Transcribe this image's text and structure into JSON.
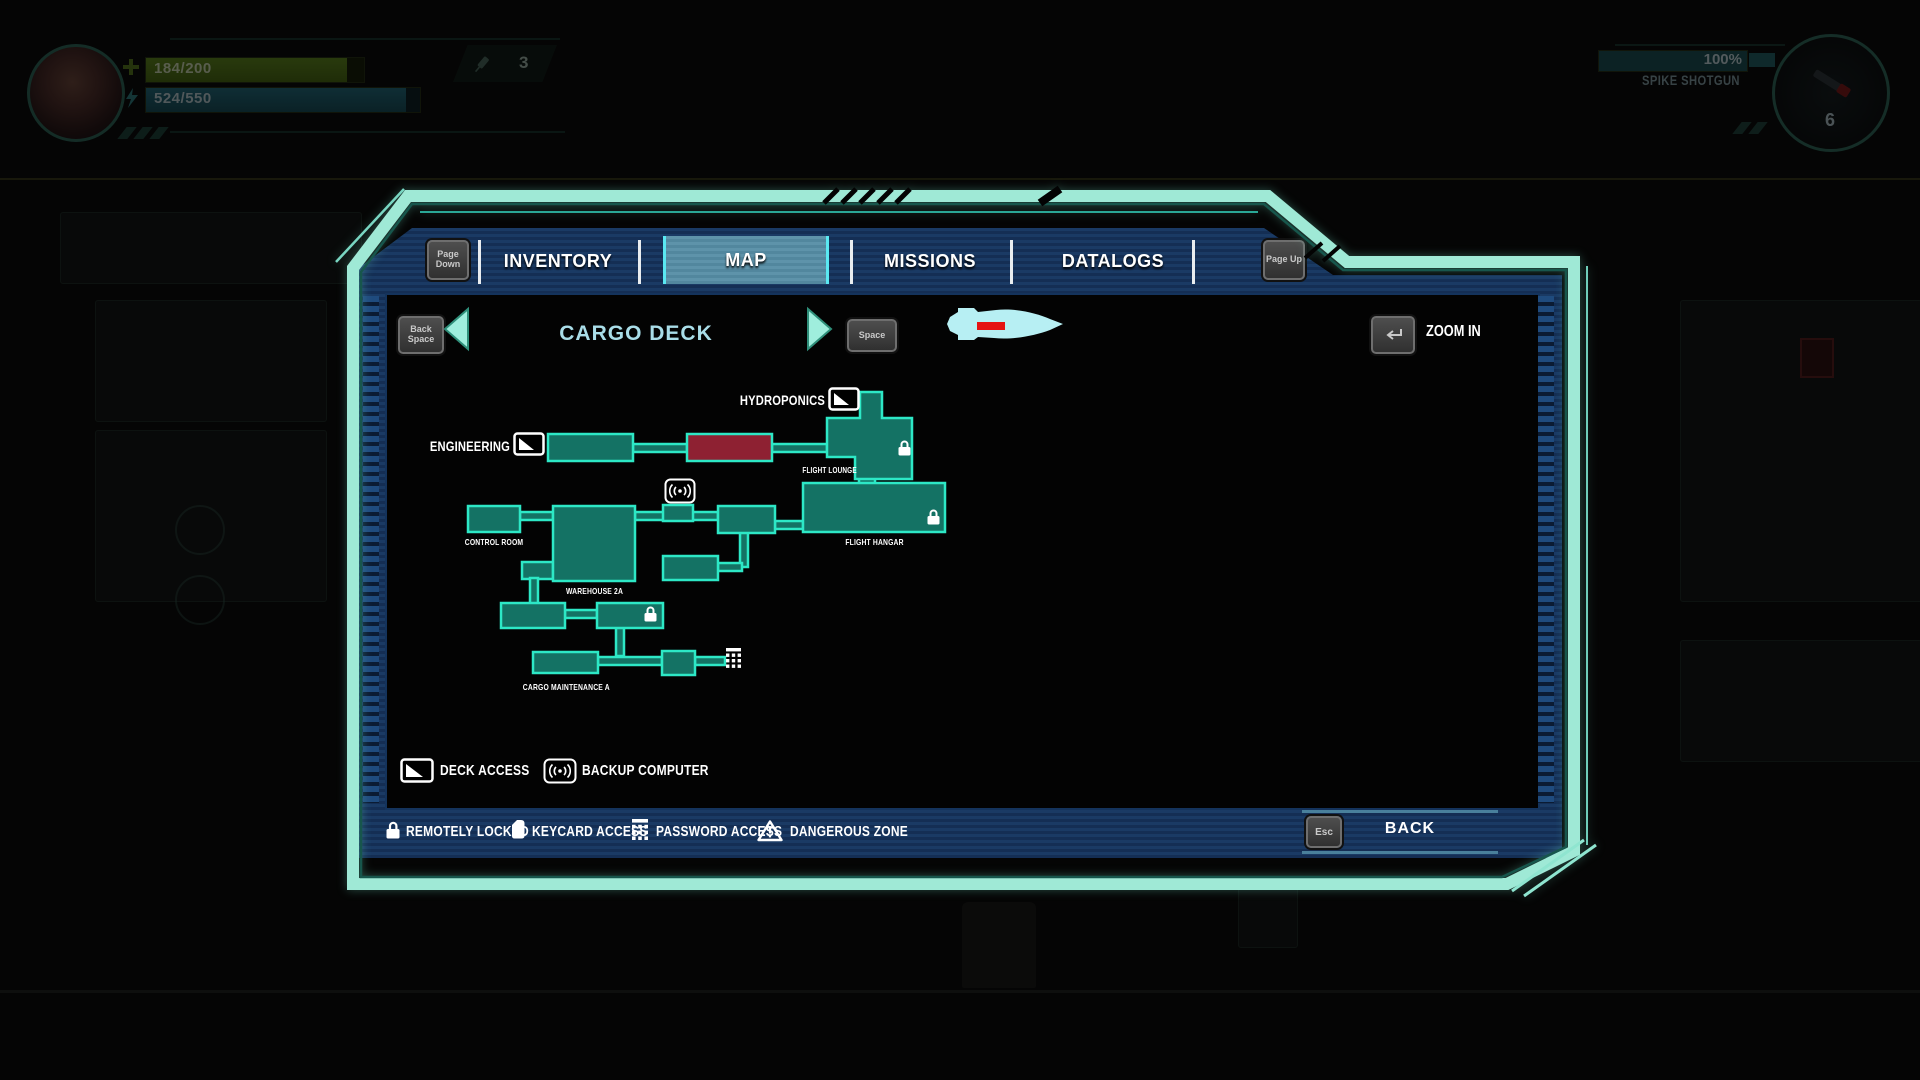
{
  "hud": {
    "health": "184/200",
    "energy": "524/550",
    "medkit_count": "3",
    "weapon_condition": "100%",
    "weapon_name": "SPIKE SHOTGUN",
    "ammo": "6"
  },
  "panel": {
    "tabs": [
      {
        "label": "INVENTORY",
        "active": false
      },
      {
        "label": "MAP",
        "active": true
      },
      {
        "label": "MISSIONS",
        "active": false
      },
      {
        "label": "DATALOGS",
        "active": false
      }
    ],
    "keys": {
      "page_down": "Page Down",
      "page_up": "Page Up",
      "back_space": "Back Space",
      "space": "Space",
      "esc": "Esc"
    },
    "map": {
      "title": "CARGO DECK",
      "zoom_in": "ZOOM IN",
      "back": "BACK",
      "rooms": {
        "engineering": "ENGINEERING",
        "hydroponics": "HYDROPONICS",
        "flight_lounge": "FLIGHT LOUNGE",
        "control_room": "CONTROL ROOM",
        "warehouse": "WAREHOUSE 2A",
        "flight_hangar": "FLIGHT HANGAR",
        "cargo_maintenance": "CARGO MAINTENANCE A"
      },
      "legend_row1": {
        "deck_access": "DECK ACCESS",
        "backup_computer": "BACKUP COMPUTER"
      },
      "legend_row2": {
        "remotely_locked": "REMOTELY LOCKED",
        "keycard_access": "KEYCARD ACCESS",
        "password_access": "PASSWORD ACCESS",
        "dangerous_zone": "DANGEROUS ZONE"
      }
    },
    "colors": {
      "accent": "#9fe9d6",
      "room_fill": "#147264",
      "room_border": "#2de8c6",
      "danger_fill": "#8e2132",
      "ship_fill": "#b7eff3",
      "marker_red": "#e51212"
    }
  }
}
